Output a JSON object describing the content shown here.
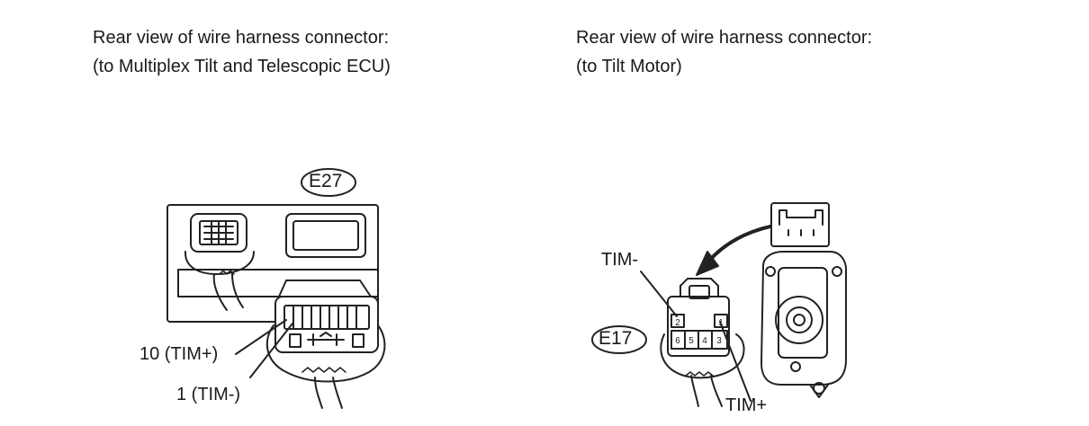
{
  "left_panel": {
    "caption_line1": "Rear view of wire harness connector:",
    "caption_line2": "(to Multiplex Tilt and Telescopic ECU)",
    "connector_id": "E27",
    "pin_label_10": "10 (TIM+)",
    "pin_label_1": "1 (TIM-)"
  },
  "right_panel": {
    "caption_line1": "Rear view of wire harness connector:",
    "caption_line2": "(to Tilt Motor)",
    "connector_id": "E17",
    "pin_label_minus": "TIM-",
    "pin_label_plus": "TIM+",
    "pin_numbers": [
      "2",
      "1",
      "6",
      "5",
      "4",
      "3"
    ]
  }
}
